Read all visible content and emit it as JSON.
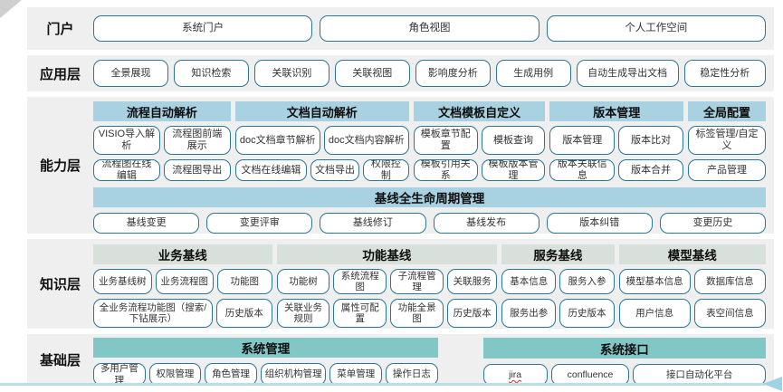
{
  "colors": {
    "band_bg": "#efefef",
    "blue_header": "#a8d2e2",
    "sage_header": "#d7e0da",
    "teal_header": "#80c7c5",
    "node_border": "#2a7697",
    "arrow_decoration": "#9fd2e4",
    "spellcheck_underline": "#e03131"
  },
  "portal": {
    "label": "门户",
    "items": [
      "系统门户",
      "角色视图",
      "个人工作空间"
    ]
  },
  "application": {
    "label": "应用层",
    "items": [
      "全景展现",
      "知识检索",
      "关联识别",
      "关联视图",
      "影响度分析",
      "生成用例",
      "自动生成导出文档",
      "稳定性分析"
    ]
  },
  "capability": {
    "label": "能力层",
    "groups": [
      {
        "title": "流程自动解析",
        "rows": [
          [
            "VISIO导入解析",
            "流程图前端展示"
          ],
          [
            "流程图在线编辑",
            "流程图导出"
          ]
        ]
      },
      {
        "title": "文档自动解析",
        "rows": [
          [
            "doc文档章节解析",
            "doc文档内容解析"
          ],
          [
            "文档在线编辑",
            "文档导出",
            "权限控制"
          ]
        ]
      },
      {
        "title": "文档模板自定义",
        "rows": [
          [
            "模板章节配置",
            "模板查询"
          ],
          [
            "模板引用关系",
            "模板版本管理"
          ]
        ]
      },
      {
        "title": "版本管理",
        "rows": [
          [
            "版本管理",
            "版本比对"
          ],
          [
            "版本关联信息",
            "版本合并"
          ]
        ]
      },
      {
        "title": "全局配置",
        "rows": [
          [
            "标签管理/自定义"
          ],
          [
            "产品管理"
          ]
        ]
      }
    ],
    "baseline": {
      "title": "基线全生命周期管理",
      "items": [
        "基线变更",
        "变更评审",
        "基线修订",
        "基线发布",
        "版本纠错",
        "变更历史"
      ]
    }
  },
  "knowledge": {
    "label": "知识层",
    "groups": [
      {
        "title": "业务基线",
        "rows": [
          [
            "业务基线树",
            "业务流程图",
            "功能图"
          ],
          [
            "全业务流程功能图（搜索/下钻展示）",
            "历史版本"
          ]
        ]
      },
      {
        "title": "功能基线",
        "rows": [
          [
            "功能树",
            "系统流程图",
            "子流程管理",
            "关联服务"
          ],
          [
            "关联业务规则",
            "属性可配置",
            "功能全景图",
            "历史版本"
          ]
        ]
      },
      {
        "title": "服务基线",
        "rows": [
          [
            "基本信息",
            "服务入参"
          ],
          [
            "服务出参",
            "历史版本"
          ]
        ]
      },
      {
        "title": "模型基线",
        "rows": [
          [
            "模型基本信息",
            "数据库信息"
          ],
          [
            "用户信息",
            "表空间信息"
          ]
        ]
      }
    ]
  },
  "foundation": {
    "label": "基础层",
    "groups": [
      {
        "title": "系统管理",
        "items": [
          "多用户管理",
          "权限管理",
          "角色管理",
          "组织机构管理",
          "菜单管理",
          "操作日志"
        ]
      },
      {
        "title": "系统接口",
        "items": [
          "jira",
          "confluence",
          "接口自动化平台"
        ]
      }
    ]
  }
}
